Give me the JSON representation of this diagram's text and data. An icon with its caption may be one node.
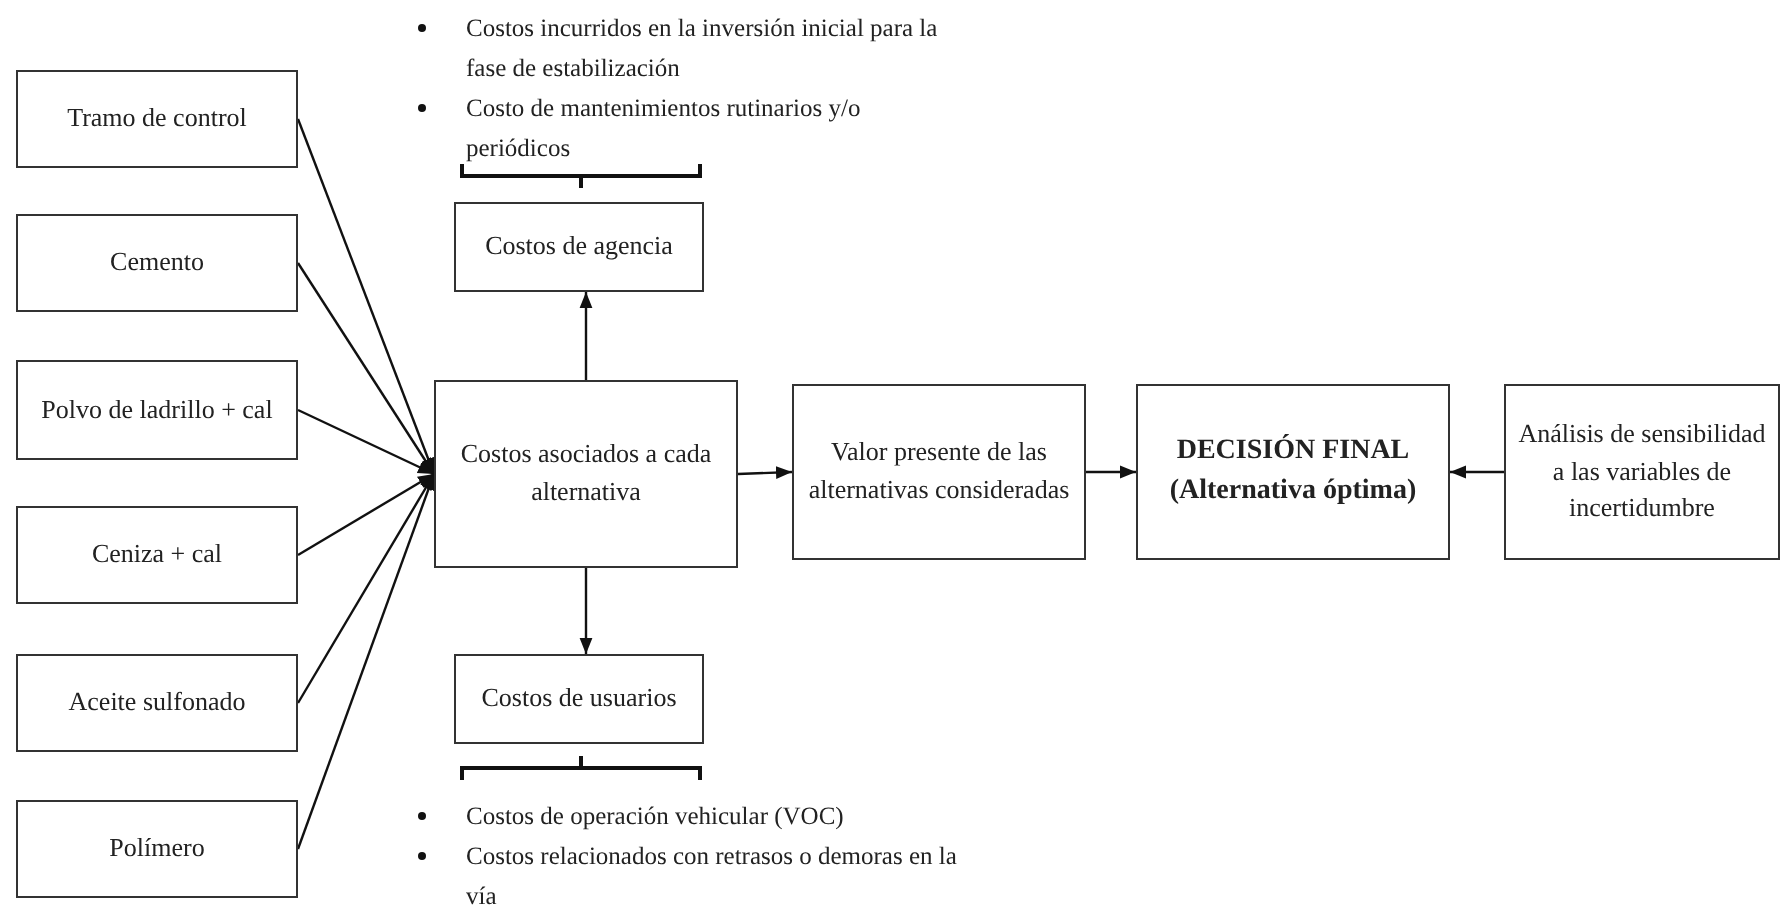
{
  "diagram": {
    "nodes": [
      {
        "text": [
          "Tramo de control"
        ]
      },
      {
        "text": [
          "Cemento"
        ]
      },
      {
        "text": [
          "Polvo de ladrillo + cal"
        ]
      },
      {
        "text": [
          "Ceniza + cal"
        ]
      },
      {
        "text": [
          "Aceite sulfonado"
        ]
      },
      {
        "text": [
          "Polímero"
        ]
      },
      {
        "text": [
          "Costos de agencia"
        ],
        "beside": [
          "Costos incurridos en la inversión inicial para la fase de estabilización",
          "Costo de mantenimientos rutinarios y/o periódicos"
        ]
      },
      {
        "text": [
          "Costos asociados a cada alternativa"
        ]
      },
      {
        "text": [
          "Costos de usuarios"
        ],
        "beside": [
          "Costos de operación vehicular (VOC)",
          "Costos relacionados con retrasos o demoras en la vía"
        ]
      },
      {
        "text": [
          "Valor presente de las alternativas consideradas"
        ]
      },
      {
        "text": [
          "DECISIÓN FINAL (Alternativa óptima)"
        ]
      },
      {
        "text": [
          "Análisis de sensibilidad a las variables de incertidumbre"
        ]
      }
    ],
    "edges": [
      {
        "from": 0,
        "to": 7,
        "arrow": "to"
      },
      {
        "from": 1,
        "to": 7,
        "arrow": "to"
      },
      {
        "from": 2,
        "to": 7,
        "arrow": "to"
      },
      {
        "from": 3,
        "to": 7,
        "arrow": "to"
      },
      {
        "from": 4,
        "to": 7,
        "arrow": "to"
      },
      {
        "from": 5,
        "to": 7,
        "arrow": "to"
      },
      {
        "from": 7,
        "to": 6,
        "arrow": "to"
      },
      {
        "from": 7,
        "to": 8,
        "arrow": "to"
      },
      {
        "from": 7,
        "to": 9,
        "arrow": "to"
      },
      {
        "from": 9,
        "to": 10,
        "arrow": "to"
      },
      {
        "from": 11,
        "to": 10,
        "arrow": "to"
      }
    ]
  }
}
